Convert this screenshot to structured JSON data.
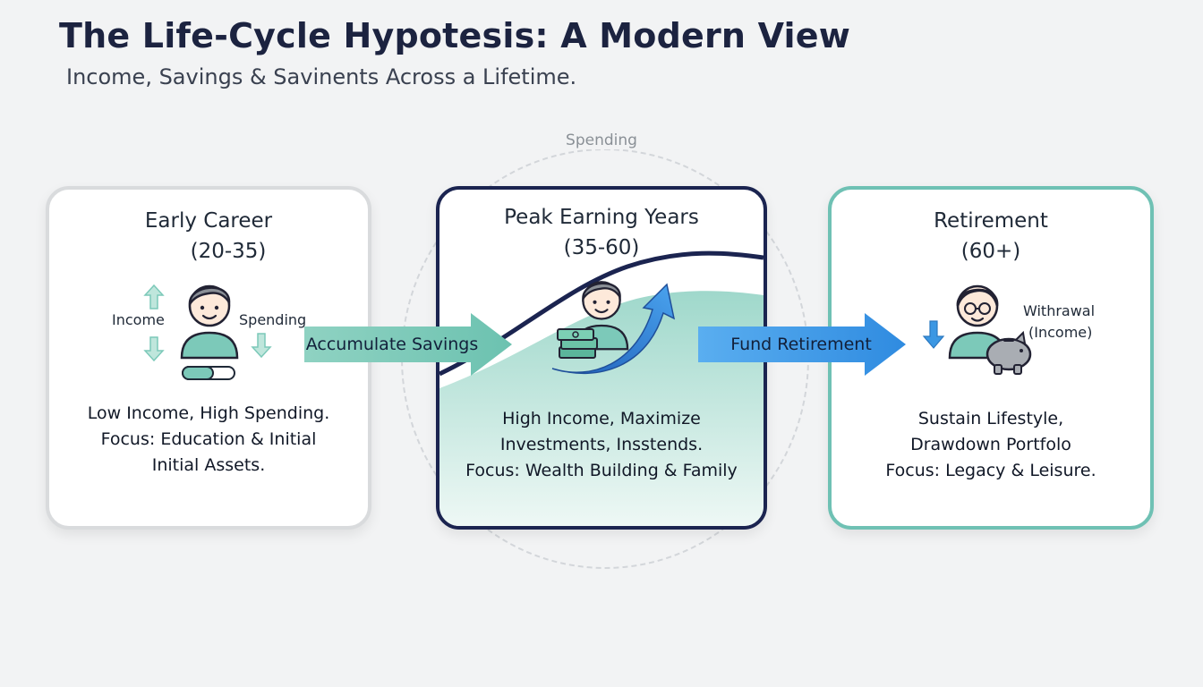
{
  "title": "The Life-Cycle Hypotesis: A Modern View",
  "subtitle": "Income, Savings & Savinents Across a Lifetime.",
  "orbit_label": "Spending",
  "stages": [
    {
      "heading": "Early Career",
      "age": "(20-35)",
      "labels": [
        "Income",
        "Spending"
      ],
      "description": [
        "Low Income, High Spending.",
        "Focus: Education & Initial",
        "Initial Assets."
      ]
    },
    {
      "heading": "Peak Earning Years",
      "age": "(35-60)",
      "description": [
        "High Income, Maximize",
        "Investments, Insstends.",
        "Focus: Wealth Building & Family"
      ]
    },
    {
      "heading": "Retirement",
      "age": "(60+)",
      "labels": [
        "Withrawal",
        "(Income)"
      ],
      "description": [
        "Sustain Lifestyle,",
        "Drawdown Portfolo",
        "Focus: Legacy & Leisure."
      ]
    }
  ],
  "transitions": [
    {
      "label": "Accumulate Savings"
    },
    {
      "label": "Fund Retirement"
    }
  ],
  "icons": {
    "early": [
      "person-icon",
      "up-arrow-icon",
      "down-arrow-icon",
      "progress-bar-icon"
    ],
    "peak": [
      "person-icon",
      "cash-stack-icon",
      "growth-arrow-icon"
    ],
    "retire": [
      "elderly-person-icon",
      "piggy-bank-icon",
      "down-arrow-icon"
    ]
  },
  "colors": {
    "early_border": "#d9dbdd",
    "peak_border": "#1b2450",
    "retire_border": "#6fc1b4",
    "accumulate_arrow": "#7cc9b9",
    "fund_arrow": "#3b97e3",
    "teal_icon": "#7cc9b9"
  }
}
